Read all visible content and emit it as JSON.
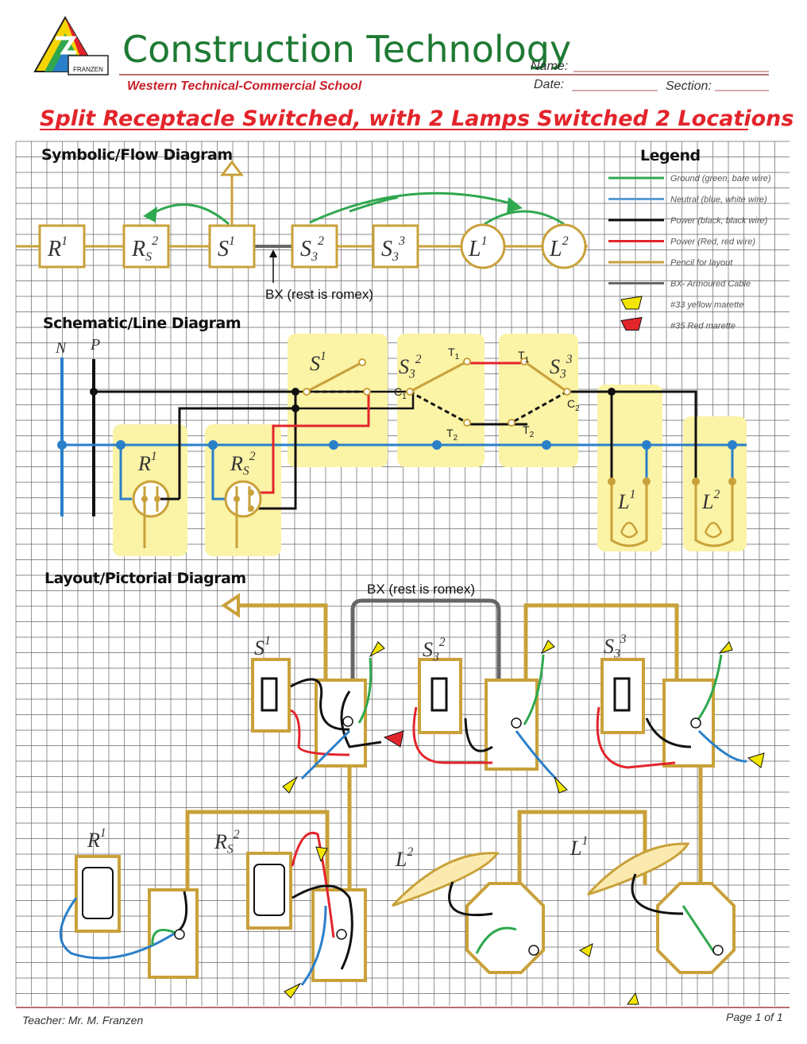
{
  "header": {
    "title": "Construction Technology",
    "school": "Western  Technical-Commercial School",
    "name_label": "Name:",
    "date_label": "Date:",
    "section_label": "Section:",
    "logo_text": "FRANZEN"
  },
  "main_title": "Split Receptacle Switched, with 2 Lamps Switched 2 Locations",
  "sections": {
    "symbolic": "Symbolic/Flow Diagram",
    "schematic": "Schematic/Line Diagram",
    "layout": "Layout/Pictorial Diagram",
    "legend": "Legend"
  },
  "legend": [
    {
      "label": "Ground (green, bare wire)",
      "color": "#2fa84f",
      "kind": "line"
    },
    {
      "label": "Neutral (blue, white wire)",
      "color": "#5b9bd5",
      "kind": "line"
    },
    {
      "label": "Power (black, black wire)",
      "color": "#111111",
      "kind": "line"
    },
    {
      "label": "Power (Red, red wire)",
      "color": "#e3242b",
      "kind": "line"
    },
    {
      "label": "Pencil for layout",
      "color": "#c9a13a",
      "kind": "line"
    },
    {
      "label": "BX- Armoured Cable",
      "color": "#666666",
      "kind": "line"
    },
    {
      "label": "#33 yellow marette",
      "color": "#f2e600",
      "kind": "marette"
    },
    {
      "label": "#35 Red marette",
      "color": "#e3242b",
      "kind": "marette"
    }
  ],
  "symbolic": {
    "devices": [
      {
        "base": "R",
        "sub": "",
        "sup": "1",
        "shape": "square"
      },
      {
        "base": "R",
        "sub": "S",
        "sup": "2",
        "shape": "square"
      },
      {
        "base": "S",
        "sub": "",
        "sup": "1",
        "shape": "square"
      },
      {
        "base": "S",
        "sub": "3",
        "sup": "2",
        "shape": "square"
      },
      {
        "base": "S",
        "sub": "3",
        "sup": "3",
        "shape": "square"
      },
      {
        "base": "L",
        "sub": "",
        "sup": "1",
        "shape": "circle"
      },
      {
        "base": "L",
        "sub": "",
        "sup": "2",
        "shape": "circle"
      }
    ],
    "bx_note": "BX (rest is romex)"
  },
  "schematic": {
    "bus_n": "N",
    "bus_p": "P",
    "terminals": {
      "t1": "T",
      "t2": "T",
      "c1": "C",
      "c2": "C",
      "sub1": "1",
      "sub2": "2"
    }
  },
  "layout": {
    "bx_note": "BX (rest is romex)"
  },
  "footer": {
    "teacher": "Teacher:  Mr. M. Franzen",
    "page": "Page 1 of 1"
  },
  "colors": {
    "pencil": "#c9a13a",
    "ground": "#2fa84f",
    "neutral": "#2a7fc9",
    "black": "#111111",
    "red": "#e3242b",
    "bx": "#666666",
    "highlight": "#fbf3a6",
    "grid": "#555555"
  }
}
